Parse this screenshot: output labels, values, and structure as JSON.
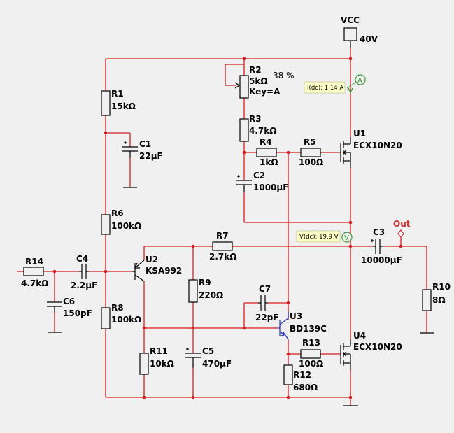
{
  "schematic": {
    "vcc": {
      "name": "VCC",
      "value": "40V"
    },
    "out_label": "Out",
    "probe_a": {
      "text": "I(dc): 1.14 A",
      "symbol": "A"
    },
    "probe_v": {
      "text": "V(dc): 19.9 V",
      "symbol": "V"
    },
    "r2_percent": "38 %",
    "components": {
      "R1": {
        "ref": "R1",
        "value": "15kΩ"
      },
      "R2": {
        "ref": "R2",
        "value": "5kΩ",
        "key": "Key=A"
      },
      "R3": {
        "ref": "R3",
        "value": "4.7kΩ"
      },
      "R4": {
        "ref": "R4",
        "value": "1kΩ"
      },
      "R5": {
        "ref": "R5",
        "value": "100Ω"
      },
      "R6": {
        "ref": "R6",
        "value": "100kΩ"
      },
      "R7": {
        "ref": "R7",
        "value": "2.7kΩ"
      },
      "R8": {
        "ref": "R8",
        "value": "100kΩ"
      },
      "R9": {
        "ref": "R9",
        "value": "220Ω"
      },
      "R10": {
        "ref": "R10",
        "value": "8Ω"
      },
      "R11": {
        "ref": "R11",
        "value": "10kΩ"
      },
      "R12": {
        "ref": "R12",
        "value": "680Ω"
      },
      "R13": {
        "ref": "R13",
        "value": "100Ω"
      },
      "R14": {
        "ref": "R14",
        "value": "4.7kΩ"
      },
      "C1": {
        "ref": "C1",
        "value": "22µF"
      },
      "C2": {
        "ref": "C2",
        "value": "1000µF"
      },
      "C3": {
        "ref": "C3",
        "value": "10000µF"
      },
      "C4": {
        "ref": "C4",
        "value": "2.2µF"
      },
      "C5": {
        "ref": "C5",
        "value": "470µF"
      },
      "C6": {
        "ref": "C6",
        "value": "150pF"
      },
      "C7": {
        "ref": "C7",
        "value": "22pF"
      },
      "U1": {
        "ref": "U1",
        "value": "ECX10N20"
      },
      "U2": {
        "ref": "U2",
        "value": "KSA992"
      },
      "U3": {
        "ref": "U3",
        "value": "BD139C"
      },
      "U4": {
        "ref": "U4",
        "value": "ECX10N20"
      }
    },
    "colors": {
      "wire": "#d81e1e",
      "wire_blue": "#2233bb",
      "component": "#000000",
      "junction": "#d81e1e",
      "probe_fill": "#ffffc8",
      "probe_green": "#3a9a3a",
      "out_red": "#d03030",
      "background": "#f0f0f0"
    }
  }
}
